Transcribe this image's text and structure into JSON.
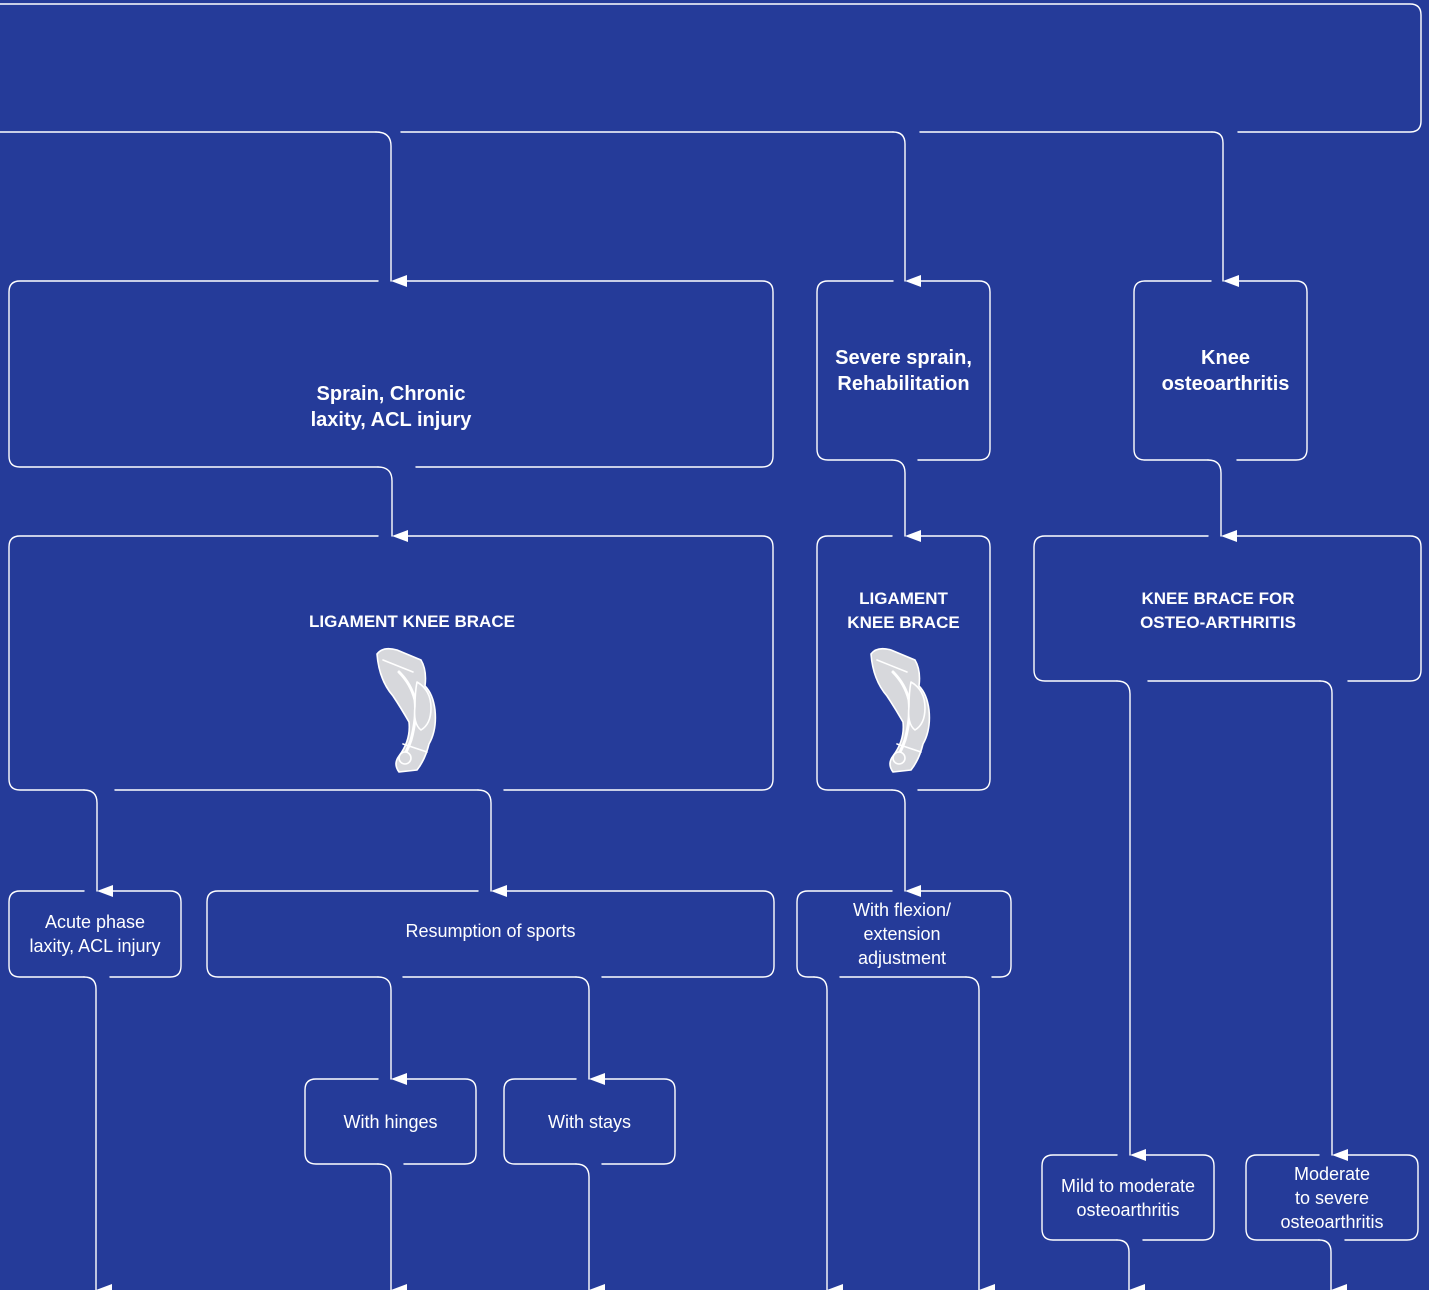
{
  "colors": {
    "background": "#253b99",
    "line": "#ffffff",
    "brace_fill": "#d7d8dc"
  },
  "nodes": {
    "sprain_chronic": "Sprain, Chronic\nlaxity, ACL injury",
    "severe_sprain": "Severe sprain,\nRehabilitation",
    "knee_oa": "Knee\nosteoarthritis",
    "ligament_brace_main": "LIGAMENT KNEE BRACE",
    "ligament_brace_side": "LIGAMENT\nKNEE BRACE",
    "oa_brace": "KNEE BRACE FOR\nOSTEO-ARTHRITIS",
    "acute_phase": "Acute phase\nlaxity, ACL injury",
    "resumption": "Resumption of sports",
    "flexion": "With flexion/\nextension\nadjustment",
    "hinges": "With hinges",
    "stays": "With stays",
    "mild_oa": "Mild to moderate\nosteoarthritis",
    "severe_oa": "Moderate\nto severe\nosteoarthritis"
  },
  "icons": [
    "knee-brace-icon",
    "arrow-down-icon"
  ]
}
